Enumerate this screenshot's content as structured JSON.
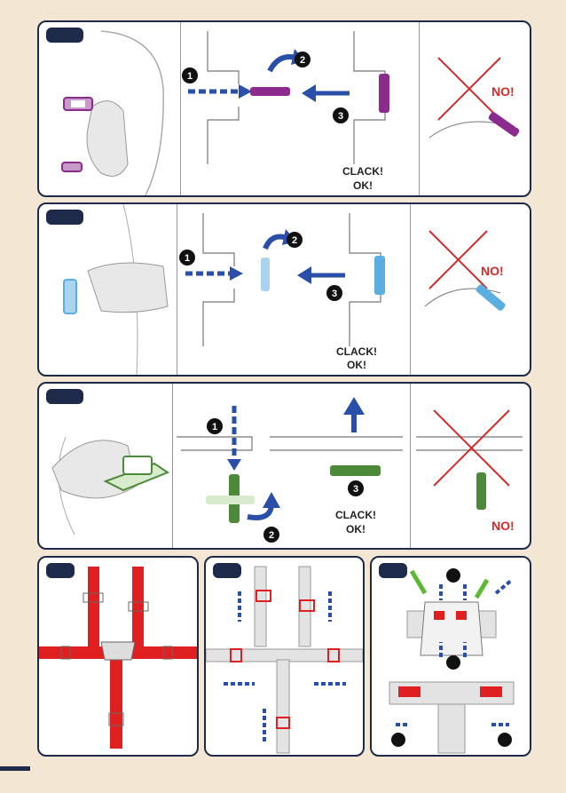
{
  "rows": [
    {
      "id": "row1",
      "accent": "#8b2b8e",
      "step_numbers": [
        "1",
        "2",
        "3"
      ],
      "confirm_line1": "CLACK!",
      "confirm_line2": "OK!",
      "wrong_label": "NO!"
    },
    {
      "id": "row2",
      "accent": "#5aaee0",
      "step_numbers": [
        "1",
        "2",
        "3"
      ],
      "confirm_line1": "CLACK!",
      "confirm_line2": "OK!",
      "wrong_label": "NO!"
    },
    {
      "id": "row3",
      "accent": "#4c8a3a",
      "step_numbers": [
        "1",
        "2",
        "3"
      ],
      "confirm_line1": "CLACK!",
      "confirm_line2": "OK!",
      "wrong_label": "NO!"
    }
  ],
  "harness": {
    "strap_red": "#e02020",
    "strap_grey": "#e3e3e3",
    "arrow_blue": "#2a4fa8",
    "hook_green": "#5cb82e"
  },
  "icons": [
    "arrow-icon",
    "cross-icon",
    "hand-icon",
    "buckle-icon",
    "harness-icon"
  ]
}
